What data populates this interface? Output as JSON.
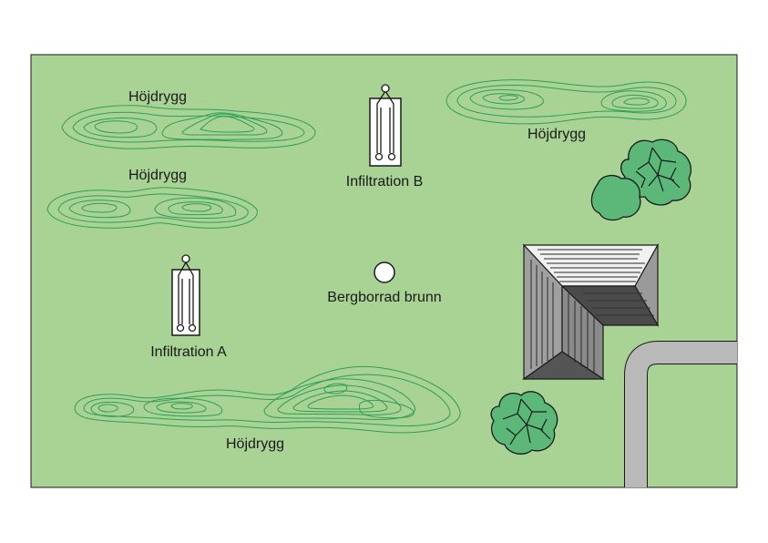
{
  "labels": {
    "ridge_top_left": "Höjdrygg",
    "ridge_mid_left": "Höjdrygg",
    "ridge_top_right": "Höjdrygg",
    "ridge_bottom": "Höjdrygg",
    "infiltration_a": "Infiltration A",
    "infiltration_b": "Infiltration B",
    "well": "Bergborrad brunn"
  },
  "colors": {
    "ground": "#a8d394",
    "contour": "#2e9e5a",
    "tree_fill": "#5bb879",
    "road_fill": "#b9b9b9",
    "outline": "#1a1a1a"
  }
}
